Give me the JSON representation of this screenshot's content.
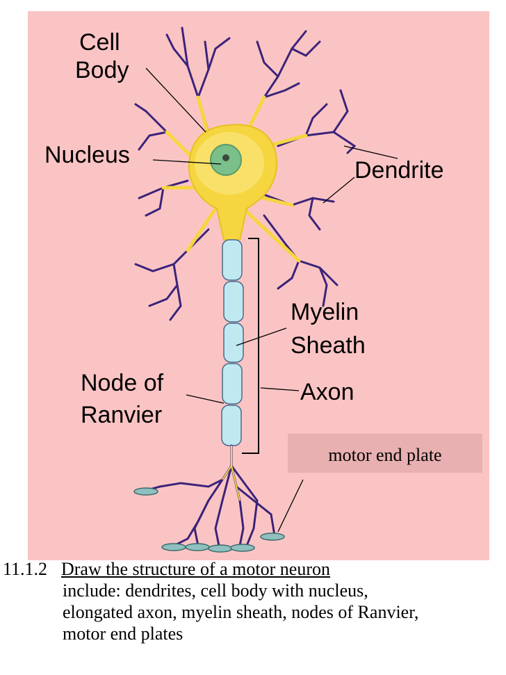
{
  "diagram": {
    "labels": {
      "cell_body_line1": "Cell",
      "cell_body_line2": "Body",
      "nucleus": "Nucleus",
      "dendrite": "Dendrite",
      "myelin_line1": "Myelin",
      "myelin_line2": "Sheath",
      "node_line1": "Node of",
      "node_line2": "Ranvier",
      "axon": "Axon",
      "motor_end_plate": "motor end plate"
    },
    "colors": {
      "background": "#fbc4c4",
      "cell_body": "#f5d640",
      "axon_hillock": "#f5e13a",
      "nucleus": "#7bbf8a",
      "dendrite": "#3a237a",
      "myelin": "#bfe8f1",
      "label_box": "#e8b0b0"
    }
  },
  "caption": {
    "number": "11.1.2",
    "title": "Draw the structure of a motor neuron",
    "line1": "include:  dendrites, cell body with nucleus,",
    "line2": "elongated axon, myelin sheath, nodes of Ranvier,",
    "line3": "motor end plates"
  }
}
